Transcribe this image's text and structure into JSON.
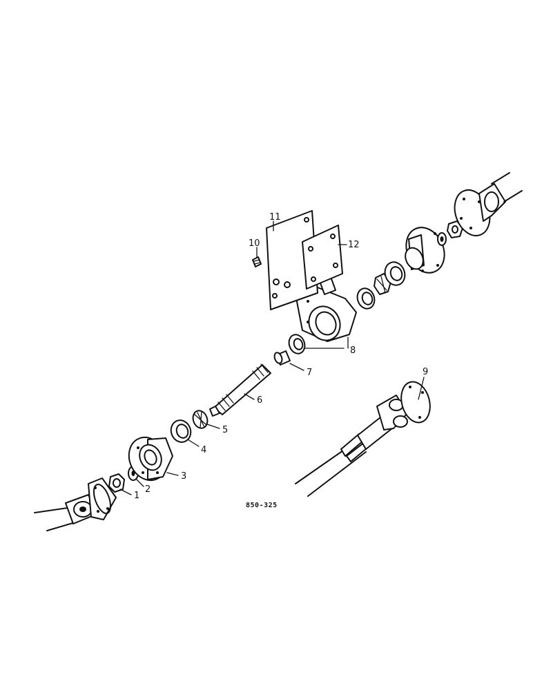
{
  "labels": {
    "p1": "1",
    "p2": "2",
    "p3": "3",
    "p4": "4",
    "p5": "5",
    "p6": "6",
    "p7": "7",
    "p8": "8",
    "p9": "9",
    "p10": "10",
    "p11": "11",
    "p12": "12"
  },
  "figure_code": "850-325"
}
